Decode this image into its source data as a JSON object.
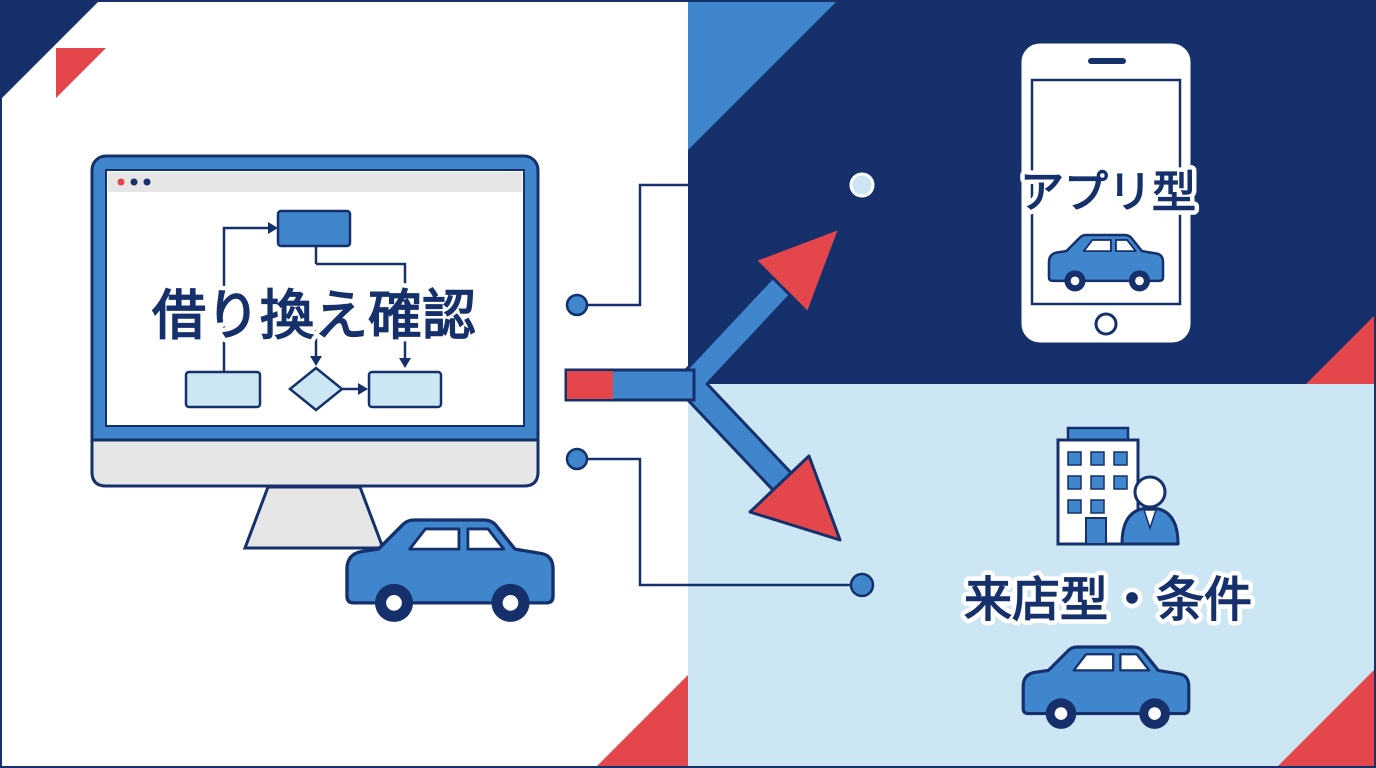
{
  "left_panel": {
    "monitor_title": "借り換え確認"
  },
  "right_panel": {
    "app_option": {
      "title": "アプリ型"
    },
    "store_option": {
      "title": "来店型・条件"
    }
  },
  "icons": {
    "monitor": "desktop-monitor-icon",
    "flowchart": "flowchart-icon",
    "phone": "smartphone-icon",
    "building": "office-building-icon",
    "person": "staff-person-icon",
    "car": "car-icon"
  },
  "colors": {
    "navy": "#15306b",
    "blue": "#3f86cc",
    "light_blue": "#cde6f4",
    "red": "#e4474b",
    "gray": "#e6e6e6",
    "white": "#ffffff"
  }
}
